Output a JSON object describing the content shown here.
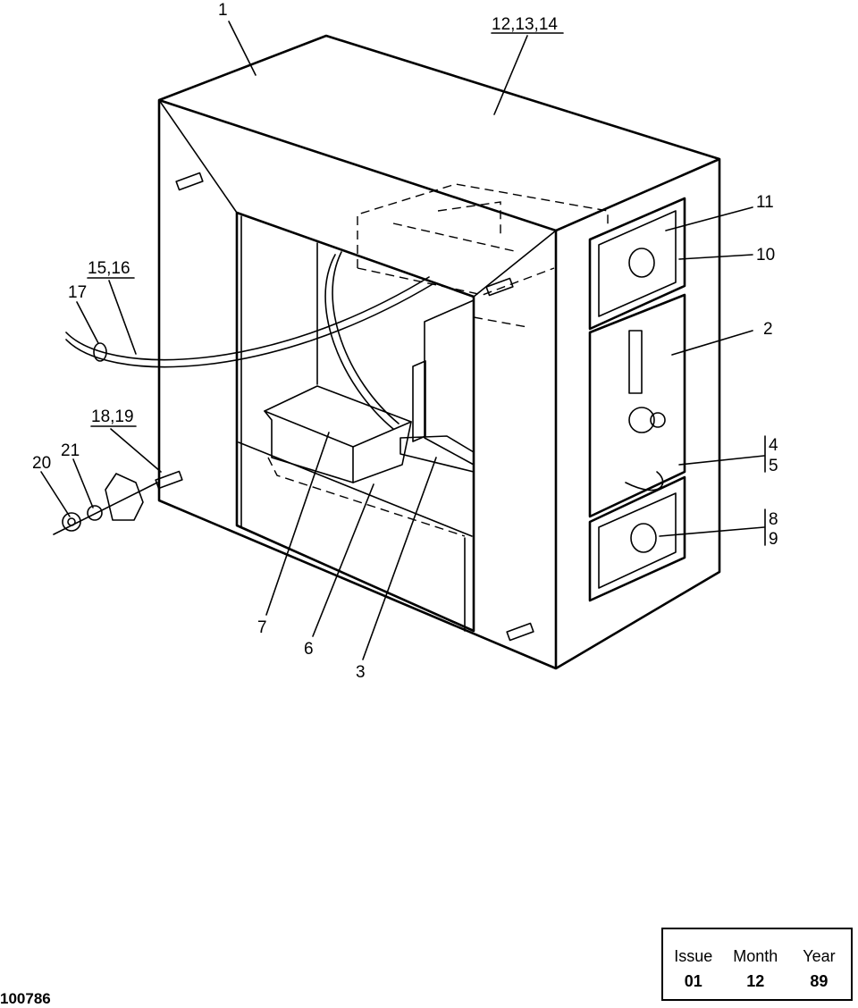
{
  "callouts": {
    "c1": "1",
    "c12_13_14": "12,13,14",
    "c11": "11",
    "c10": "10",
    "c15_16": "15,16",
    "c17": "17",
    "c2": "2",
    "c18_19": "18,19",
    "c21": "21",
    "c20": "20",
    "c4": "4",
    "c5": "5",
    "c8": "8",
    "c9": "9",
    "c7": "7",
    "c6": "6",
    "c3": "3"
  },
  "drawing_number": "100786",
  "revision": {
    "issue_label": "Issue",
    "month_label": "Month",
    "year_label": "Year",
    "issue": "01",
    "month": "12",
    "year": "89"
  }
}
